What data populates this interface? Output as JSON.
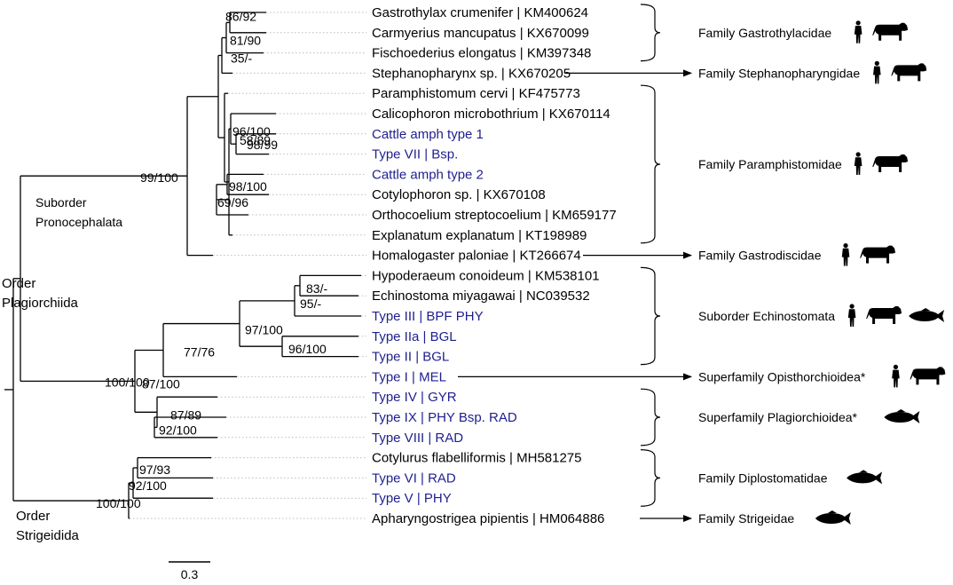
{
  "colors": {
    "reference": "#000000",
    "study": "#1f1f8f",
    "guide": "#bbbbbb",
    "line": "#000000"
  },
  "leaves": [
    {
      "id": "L0",
      "label": "Gastrothylax crumenifer | KM400624",
      "study": false
    },
    {
      "id": "L1",
      "label": "Carmyerius mancupatus | KX670099",
      "study": false
    },
    {
      "id": "L2",
      "label": "Fischoederius elongatus | KM397348",
      "study": false
    },
    {
      "id": "L3",
      "label": "Stephanopharynx sp. | KX670205",
      "study": false
    },
    {
      "id": "L4",
      "label": "Paramphistomum cervi | KF475773",
      "study": false
    },
    {
      "id": "L5",
      "label": "Calicophoron microbothrium | KX670114",
      "study": false
    },
    {
      "id": "L6",
      "label": "Cattle amph type 1",
      "study": true
    },
    {
      "id": "L7",
      "label": "Type VII | Bsp.",
      "study": true
    },
    {
      "id": "L8",
      "label": "Cattle amph type 2",
      "study": true
    },
    {
      "id": "L9",
      "label": "Cotylophoron sp. | KX670108",
      "study": false
    },
    {
      "id": "L10",
      "label": "Orthocoelium streptocoelium | KM659177",
      "study": false
    },
    {
      "id": "L11",
      "label": "Explanatum explanatum | KT198989",
      "study": false
    },
    {
      "id": "L12",
      "label": "Homalogaster paloniae | KT266674",
      "study": false
    },
    {
      "id": "L13",
      "label": "Hypoderaeum conoideum | KM538101",
      "study": false
    },
    {
      "id": "L14",
      "label": "Echinostoma miyagawai | NC039532",
      "study": false
    },
    {
      "id": "L15",
      "label": "Type III | BPF PHY",
      "study": true
    },
    {
      "id": "L16",
      "label": "Type IIa | BGL",
      "study": true
    },
    {
      "id": "L17",
      "label": "Type II | BGL",
      "study": true
    },
    {
      "id": "L18",
      "label": "Type I | MEL",
      "study": true
    },
    {
      "id": "L19",
      "label": "Type IV | GYR",
      "study": true
    },
    {
      "id": "L20",
      "label": "Type IX | PHY Bsp. RAD",
      "study": true
    },
    {
      "id": "L21",
      "label": "Type VIII | RAD",
      "study": true
    },
    {
      "id": "L22",
      "label": "Cotylurus flabelliformis | MH581275",
      "study": false
    },
    {
      "id": "L23",
      "label": "Type VI | RAD",
      "study": true
    },
    {
      "id": "L24",
      "label": "Type V | PHY",
      "study": true
    },
    {
      "id": "L25",
      "label": "Apharyngostrigea pipientis | HM064886",
      "study": false
    }
  ],
  "tree": {
    "id": "root",
    "children": [
      {
        "id": "plagiorchiida",
        "support": "",
        "children": [
          {
            "id": "pronocephalata",
            "support": "99/100",
            "children": [
              {
                "id": "n_a",
                "support": "",
                "children": [
                  {
                    "id": "n_gas",
                    "support": "35/-",
                    "children": [
                      {
                        "id": "n_g1",
                        "support": "81/90",
                        "children": [
                          {
                            "id": "n_g2",
                            "support": "86/92",
                            "children": [
                              {
                                "leaf": "L0"
                              },
                              {
                                "leaf": "L1"
                              }
                            ]
                          },
                          {
                            "leaf": "L2"
                          }
                        ]
                      },
                      {
                        "leaf": "L3"
                      }
                    ]
                  },
                  {
                    "id": "n_p",
                    "support": "58/89",
                    "children": [
                      {
                        "leaf": "L4"
                      },
                      {
                        "id": "n_p1",
                        "support": "",
                        "children": [
                          {
                            "id": "n_p2",
                            "support": "96/100",
                            "children": [
                              {
                                "leaf": "L5"
                              },
                              {
                                "id": "n_p3",
                                "support": "98/99",
                                "children": [
                                  {
                                    "leaf": "L6"
                                  },
                                  {
                                    "leaf": "L7"
                                  }
                                ]
                              }
                            ]
                          },
                          {
                            "id": "n_p4",
                            "support": "69/96",
                            "children": [
                              {
                                "id": "n_p5",
                                "support": "98/100",
                                "children": [
                                  {
                                    "leaf": "L8"
                                  },
                                  {
                                    "leaf": "L9"
                                  }
                                ]
                              },
                              {
                                "leaf": "L10"
                              }
                            ]
                          },
                          {
                            "leaf": "L11"
                          }
                        ]
                      }
                    ]
                  }
                ]
              },
              {
                "leaf": "L12"
              }
            ]
          },
          {
            "id": "n_b",
            "support": "100/100",
            "children": [
              {
                "id": "n_c",
                "support": "87/100",
                "children": [
                  {
                    "id": "n_d",
                    "support": "77/76",
                    "children": [
                      {
                        "id": "n_e",
                        "support": "97/100",
                        "children": [
                          {
                            "id": "n_f",
                            "support": "95/-",
                            "children": [
                              {
                                "id": "n_f1",
                                "support": "83/-",
                                "children": [
                                  {
                                    "leaf": "L13"
                                  },
                                  {
                                    "leaf": "L14"
                                  }
                                ]
                              },
                              {
                                "leaf": "L15"
                              }
                            ]
                          },
                          {
                            "id": "n_f2",
                            "support": "96/100",
                            "children": [
                              {
                                "leaf": "L16"
                              },
                              {
                                "leaf": "L17"
                              }
                            ]
                          }
                        ]
                      },
                      {
                        "leaf": "L18"
                      }
                    ]
                  },
                  {
                    "id": "n_h",
                    "support": "87/89",
                    "children": [
                      {
                        "leaf": "L19"
                      },
                      {
                        "id": "n_h1",
                        "support": "92/100",
                        "children": [
                          {
                            "leaf": "L20"
                          },
                          {
                            "leaf": "L21"
                          }
                        ]
                      }
                    ]
                  }
                ]
              }
            ]
          }
        ]
      },
      {
        "id": "strigeidida",
        "support": "",
        "children": [
          {
            "id": "n_s",
            "support": "100/100",
            "children": [
              {
                "id": "n_s1",
                "support": "92/100",
                "children": [
                  {
                    "id": "n_s2",
                    "support": "97/93",
                    "children": [
                      {
                        "leaf": "L22"
                      },
                      {
                        "leaf": "L23"
                      }
                    ]
                  },
                  {
                    "leaf": "L24"
                  }
                ]
              },
              {
                "leaf": "L25"
              }
            ]
          }
        ]
      }
    ]
  },
  "rank_labels": [
    {
      "id": "suborder-pronocephalata",
      "lines": [
        "Suborder",
        "Pronocephalata"
      ]
    },
    {
      "id": "order-plagiorchiida",
      "lines": [
        "Order",
        "Plagiorchiida"
      ]
    },
    {
      "id": "order-strigeidida",
      "lines": [
        "Order",
        "Strigeidida"
      ]
    }
  ],
  "groups": [
    {
      "id": "gastrothylacidae",
      "label": "Family Gastrothylacidae",
      "connector": "bracket",
      "leaves": [
        "L0",
        "L2"
      ],
      "hosts": [
        "human",
        "cattle"
      ]
    },
    {
      "id": "stephanopharyngidae",
      "label": "Family Stephanopharyngidae",
      "connector": "arrow",
      "leaves": [
        "L3"
      ],
      "hosts": [
        "human",
        "cattle"
      ]
    },
    {
      "id": "paramphistomidae",
      "label": "Family Paramphistomidae",
      "connector": "bracket",
      "leaves": [
        "L4",
        "L11"
      ],
      "hosts": [
        "human",
        "cattle"
      ]
    },
    {
      "id": "gastrodiscidae",
      "label": "Family Gastrodiscidae",
      "connector": "arrow",
      "leaves": [
        "L12"
      ],
      "hosts": [
        "human",
        "cattle"
      ]
    },
    {
      "id": "echinostomata",
      "label": "Suborder Echinostomata",
      "connector": "bracket",
      "leaves": [
        "L13",
        "L17"
      ],
      "hosts": [
        "human",
        "cattle",
        "fish"
      ]
    },
    {
      "id": "opisthorchioidea",
      "label": "Superfamily Opisthorchioidea*",
      "connector": "arrow",
      "leaves": [
        "L18"
      ],
      "hosts": [
        "human",
        "cattle"
      ]
    },
    {
      "id": "plagiorchioidea",
      "label": "Superfamily Plagiorchioidea*",
      "connector": "bracket",
      "leaves": [
        "L19",
        "L21"
      ],
      "hosts": [
        "fish"
      ]
    },
    {
      "id": "diplostomatidae",
      "label": "Family Diplostomatidae",
      "connector": "bracket",
      "leaves": [
        "L22",
        "L24"
      ],
      "hosts": [
        "fish"
      ]
    },
    {
      "id": "strigeidae",
      "label": "Family Strigeidae",
      "connector": "arrow",
      "leaves": [
        "L25"
      ],
      "hosts": [
        "fish"
      ]
    }
  ],
  "scale_bar": {
    "label": "0.3"
  }
}
